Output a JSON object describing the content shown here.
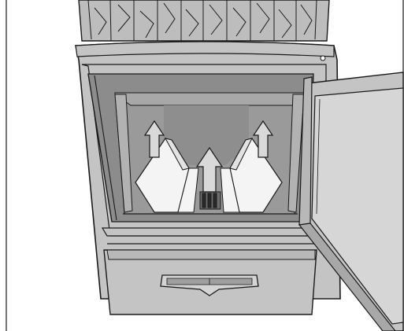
{
  "figure": {
    "kind": "line-art illustration",
    "subject": "sauna-stove-firebox-open-door",
    "text": [],
    "colors": {
      "outline": "#1a1a1a",
      "stove_body": "#c4c4c4",
      "stone_basket": "#bdbdbd",
      "firebox_back": "#9a9a9a",
      "firebox_dark": "#8c8c8c",
      "baffle_plates": "#f4f4f4",
      "airflow_arrows": "#d9d9d9",
      "door_glass": "#d6d6d6",
      "background": "#ffffff"
    },
    "arrows": [
      {
        "meaning": "airflow-up",
        "position": "left"
      },
      {
        "meaning": "airflow-up",
        "position": "center"
      },
      {
        "meaning": "airflow-up",
        "position": "right"
      }
    ]
  }
}
